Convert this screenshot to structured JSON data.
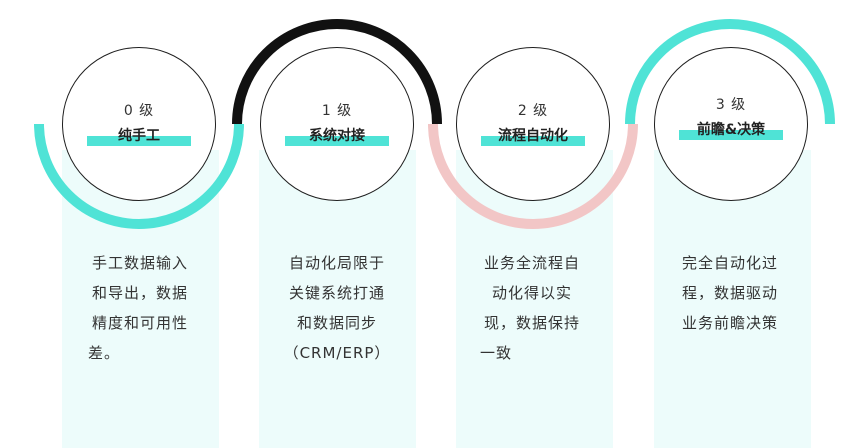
{
  "colors": {
    "teal": "#4fe3d6",
    "black": "#111111",
    "pink": "#f2c6c6",
    "panel": "#edfcfb"
  },
  "stages": [
    {
      "level": "0 级",
      "name": "纯手工",
      "description": [
        "手工数据输入",
        "和导出，数据",
        "精度和可用性",
        "差。"
      ]
    },
    {
      "level": "1 级",
      "name": "系统对接",
      "description": [
        "自动化局限于",
        "关键系统打通",
        "和数据同步",
        "（CRM/ERP）"
      ]
    },
    {
      "level": "2 级",
      "name": "流程自动化",
      "description": [
        "业务全流程自",
        "动化得以实",
        "现，数据保持",
        "一致"
      ]
    },
    {
      "level": "3 级",
      "name": "前瞻&决策",
      "description": [
        "完全自动化过",
        "程，数据驱动",
        "业务前瞻决策"
      ]
    }
  ]
}
